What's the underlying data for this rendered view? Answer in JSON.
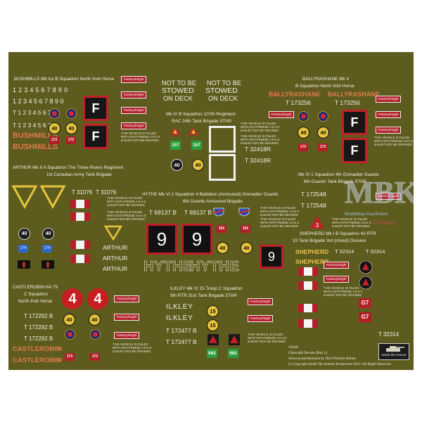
{
  "sheet": {
    "bg": "#5e5b1f",
    "footer": {
      "code": "35046",
      "title": "Churchill Decals (Part 1)",
      "credit": "Artwork and Research by Neil Whiteley-Bolton",
      "copyright": "(c) Copyright Inside The Armour Productions 2012. All Rights Reserved",
      "logo": "Inside the Armour"
    },
    "watermark": {
      "main": "MBK",
      "sub1": "Modellbau Kaufmann",
      "sub2": "Germany"
    },
    "tag_text": "Fantasyfreight",
    "stencil_text": "THIS VEHICLE IS FILLED\nWITH ANTI-FREEZE 1-5-2-3\n& MUST NOT BE DRAINED"
  },
  "bushmills": {
    "heading": "BUSHMILLS Mk Ics B Squadron North Irish Horse",
    "digits": "1 2 3 4 5 6 7 8 9 0",
    "serial": "T 1 2 3 4 5 6 7",
    "name": "BUSHMILLS",
    "letter": "F",
    "disc": "40",
    "sq": "173"
  },
  "deck": {
    "line1": "NOT TO BE",
    "line2": "STOWED",
    "line3": "ON DECK"
  },
  "mk4b": {
    "heading1": "Mk IV B Squadron 107th Regiment",
    "heading2": "RAC 34th Tank Brigade STAR",
    "green": "157",
    "serial": "T 32418R",
    "disc": "40"
  },
  "ballyrashane": {
    "heading1": "BALLYRASHANE Mk V",
    "heading2": "B Squadron North Irish Horse",
    "name": "BALLYRASHANE",
    "serial": "T 173256",
    "letter": "F",
    "disc": "40",
    "sq": "173"
  },
  "arthur": {
    "heading1": "ARTHUR Mk II  A Squadron The Three Rivers Regiment",
    "heading2": "1st Canadian Army Tank Brigade",
    "serial": "T 31076",
    "name": "ARTHUR",
    "disc": "40",
    "blue": "174"
  },
  "hythe": {
    "heading1": "HYTHE Mk VI 2 Squadron 4 Battalion (Armoured) Grenadier Guards",
    "heading2": "6th Guards Armoured Brigade",
    "serial": "T 69137 B",
    "digit": "9",
    "sq": "152",
    "name": "HYTHE",
    "disc": "40"
  },
  "mk4_1": {
    "heading1": "Mk IV 1 Squadron 4th Grenadier Guards",
    "heading2": "6th Guards Tank Brigade STAR",
    "serial": "T 172548",
    "tri": "3"
  },
  "shepherd": {
    "heading1": "SHEPHERD Mk I B Squadron 43 RTR",
    "heading2": "33 Tank Brigade 3rd (mixed) Division",
    "name": "SHEPHERD",
    "serial": "T 32314",
    "code": "G7"
  },
  "castlerobin": {
    "heading1": "CASTLEROBIN NA 75",
    "heading2": "C Squadron",
    "heading3": "North Irish Horse",
    "digit": "4",
    "serial": "T 172292 B",
    "disc": "40",
    "name": "CASTLEROBIN",
    "suffix": "IV",
    "sq": "173"
  },
  "ilkley": {
    "heading1": "ILKLEY Mk VI 15 Troop C Squadron",
    "heading2": "9th RTR 31st Tank Brigade STAR",
    "name": "ILKLEY",
    "serial": "T 172477 B",
    "disc": "15",
    "green": "992"
  }
}
